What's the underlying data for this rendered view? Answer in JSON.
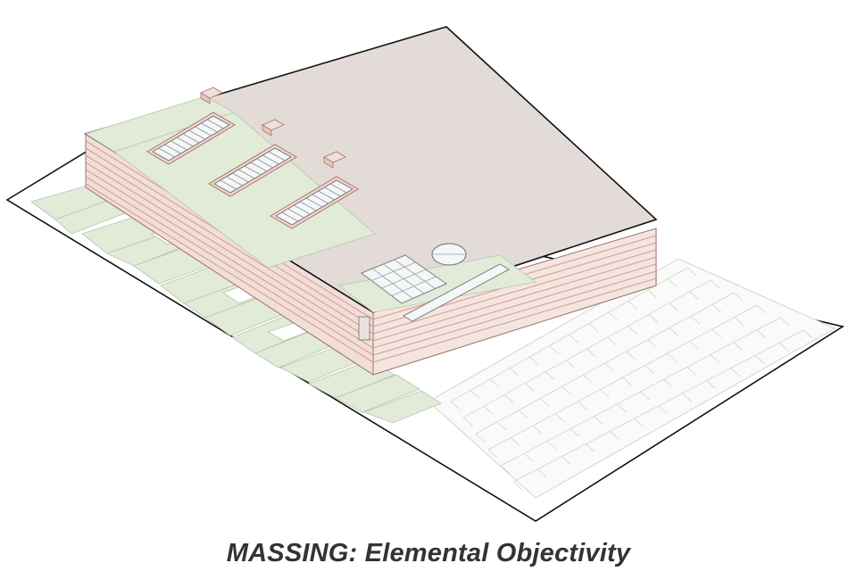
{
  "caption": "MASSING: Elemental Objectivity",
  "colors": {
    "background": "#ffffff",
    "site_outline": "#111111",
    "roof": "#e3dbd7",
    "facade_light": "#f1ded9",
    "facade_band": "#d49f90",
    "landscape": "#e2ead8",
    "landscape_stroke": "#b9c5ad",
    "parking_lot": "#fafafa",
    "parking_marks": "#d3dfcc",
    "glazing": "#f4f6f7",
    "glazing_frame": "#7f8385",
    "light_well_curb": "#f3d8d0",
    "caption_text": "#333333"
  },
  "diagram": {
    "elements": [
      "site-plane",
      "parking-lot",
      "landscape-courtyard",
      "building-mass",
      "roof-plane",
      "light-well",
      "skylight-grid",
      "circular-skylight",
      "linear-skylight",
      "rooftop-terrace",
      "entrance"
    ],
    "light_wells": 3,
    "parking_rows": 6
  }
}
